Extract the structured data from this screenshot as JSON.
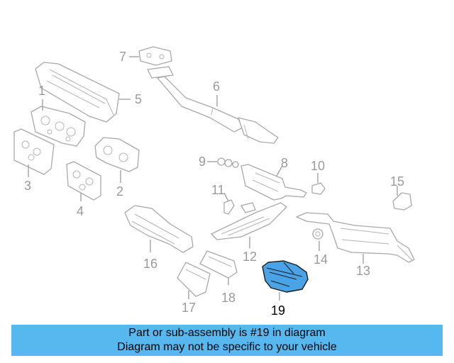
{
  "callouts": {
    "c1": "1",
    "c2": "2",
    "c3": "3",
    "c4": "4",
    "c5": "5",
    "c6": "6",
    "c7": "7",
    "c8": "8",
    "c9": "9",
    "c10": "10",
    "c11": "11",
    "c12": "12",
    "c13": "13",
    "c14": "14",
    "c15": "15",
    "c16": "16",
    "c17": "17",
    "c18": "18",
    "c19": "19"
  },
  "highlight_color": "#4aa3e6",
  "banner": {
    "line1": "Part or sub-assembly is #19 in diagram",
    "line2": "Diagram may not be specific to your vehicle",
    "color": "#57b7ef"
  }
}
